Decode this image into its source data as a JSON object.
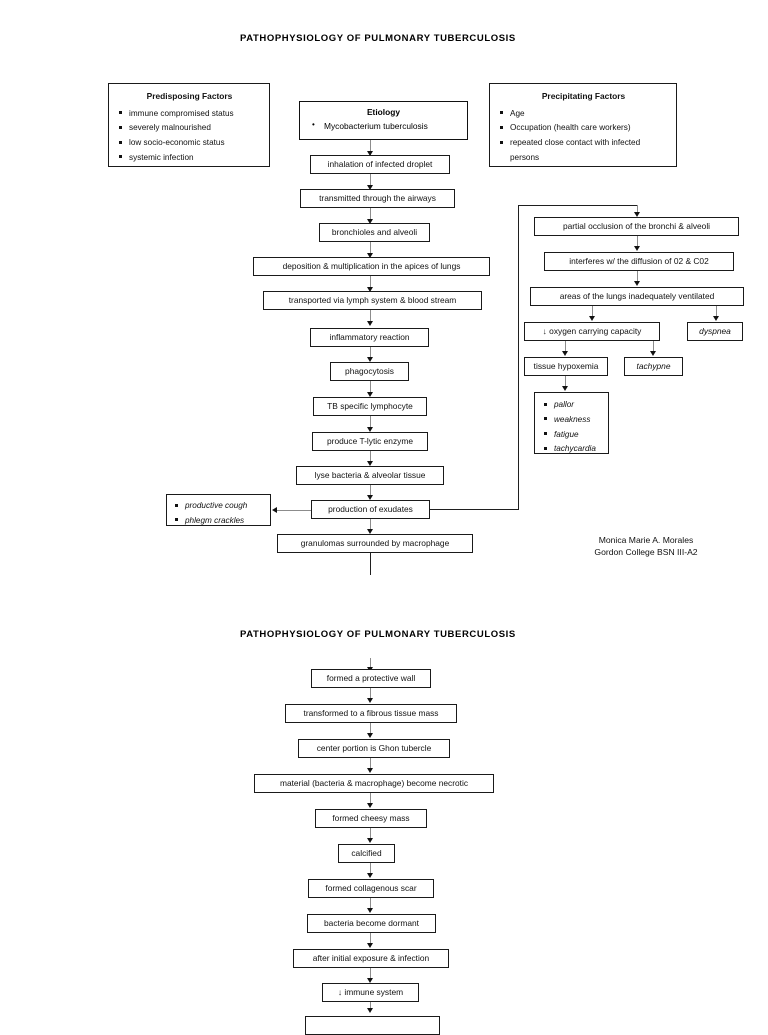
{
  "document": {
    "title_top": "PATHOPHYSIOLOGY OF PULMONARY TUBERCULOSIS",
    "title_bottom": "PATHOPHYSIOLOGY OF PULMONARY TUBERCULOSIS",
    "credit": "Monica Marie A. Morales\nGordon College BSN III-A2"
  },
  "predisposing": {
    "title": "Predisposing Factors",
    "items": [
      "immune compromised status",
      "severely malnourished",
      "low socio-economic status",
      "systemic infection"
    ]
  },
  "precipitating": {
    "title": "Precipitating Factors",
    "items": [
      "Age",
      "Occupation (health care workers)",
      "repeated close contact with infected",
      "persons"
    ]
  },
  "etiology": {
    "title": "Etiology",
    "item": "Mycobacterium tuberculosis"
  },
  "main_chain": [
    "inhalation of infected droplet",
    "transmitted through the airways",
    "bronchioles and alveoli",
    "deposition & multiplication in the apices of lungs",
    "transported via lymph system & blood stream",
    "inflammatory reaction",
    "phagocytosis",
    "TB specific lymphocyte",
    "produce T-lytic enzyme",
    "lyse bacteria & alveolar tissue",
    "production of exudates",
    "granulomas surrounded by macrophage"
  ],
  "cough_panel": {
    "items": [
      "productive cough",
      "phlegm crackles"
    ]
  },
  "right_chain": [
    "partial occlusion of the bronchi & alveoli",
    "interferes w/ the diffusion of 02 & C02",
    "areas of the lungs inadequately ventilated"
  ],
  "right_split": {
    "left": "↓ oxygen carrying capacity",
    "right": "dyspnea"
  },
  "right_split2": {
    "left": "tissue hypoxemia",
    "right": "tachypne"
  },
  "symptoms_panel": {
    "items": [
      "pallor",
      "weakness",
      "fatigue",
      "tachycardia"
    ]
  },
  "bottom_chain": [
    "formed a protective wall",
    "transformed to a fibrous tissue mass",
    "center portion is Ghon tubercle",
    "material (bacteria & macrophage) become necrotic",
    "formed cheesy mass",
    "calcified",
    "formed collagenous scar",
    "bacteria become dormant",
    "after initial exposure & infection",
    "↓ immune system"
  ],
  "colors": {
    "border": "#1a1a1a",
    "connector": "#8c8c8c",
    "text": "#111111",
    "background": "#ffffff"
  }
}
